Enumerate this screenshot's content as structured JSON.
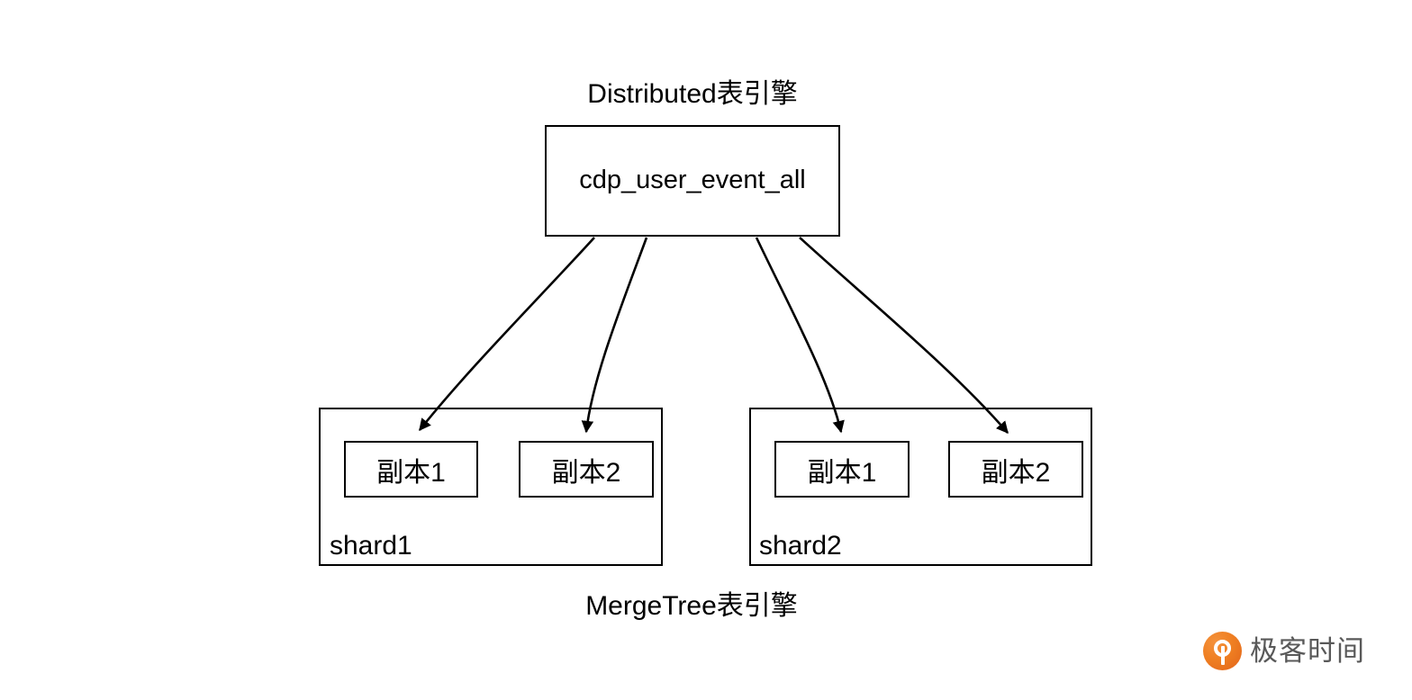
{
  "diagram": {
    "type": "clickhouse-sharding-architecture",
    "top_caption": "Distributed表引擎",
    "bottom_caption": "MergeTree表引擎",
    "distributed_table": {
      "name": "cdp_user_event_all"
    },
    "shards": [
      {
        "label": "shard1",
        "replicas": [
          {
            "label": "副本1"
          },
          {
            "label": "副本2"
          }
        ]
      },
      {
        "label": "shard2",
        "replicas": [
          {
            "label": "副本1"
          },
          {
            "label": "副本2"
          }
        ]
      }
    ],
    "arrows": [
      {
        "from": "cdp_user_event_all",
        "to": "shard1.副本1"
      },
      {
        "from": "cdp_user_event_all",
        "to": "shard1.副本2"
      },
      {
        "from": "cdp_user_event_all",
        "to": "shard2.副本1"
      },
      {
        "from": "cdp_user_event_all",
        "to": "shard2.副本2"
      }
    ],
    "colors": {
      "stroke": "#000000",
      "background": "#ffffff",
      "watermark_text": "#595959",
      "watermark_logo": "#ef7f22"
    }
  },
  "watermark": {
    "text": "极客时间",
    "logo_icon": "geektime-logo-icon"
  }
}
